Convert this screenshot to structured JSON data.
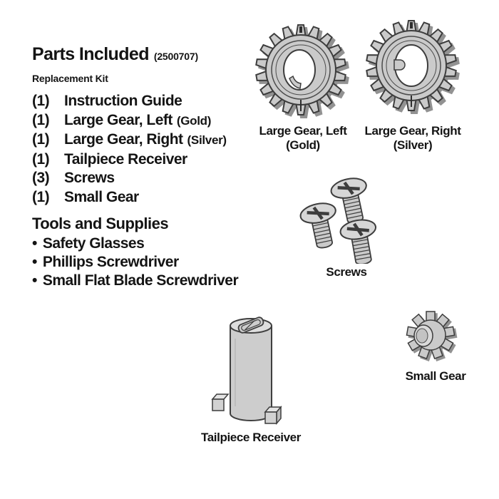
{
  "page": {
    "background": "#ffffff",
    "text_color": "#141414"
  },
  "parts_included": {
    "title": "Parts Included",
    "subtitle": "(2500707) Replacement Kit",
    "items": [
      {
        "qty": "(1)",
        "label": "Instruction Guide",
        "note": ""
      },
      {
        "qty": "(1)",
        "label": "Large Gear, Left",
        "note": "(Gold)"
      },
      {
        "qty": "(1)",
        "label": "Large Gear, Right",
        "note": "(Silver)"
      },
      {
        "qty": "(1)",
        "label": "Tailpiece Receiver",
        "note": ""
      },
      {
        "qty": "(3)",
        "label": "Screws",
        "note": ""
      },
      {
        "qty": "(1)",
        "label": "Small Gear",
        "note": ""
      }
    ]
  },
  "tools_and_supplies": {
    "title": "Tools and Supplies",
    "items": [
      "Safety Glasses",
      "Phillips Screwdriver",
      "Small Flat Blade Screwdriver"
    ]
  },
  "figures": {
    "large_gear_left": {
      "label": "Large Gear, Left",
      "sublabel": "(Gold)"
    },
    "large_gear_right": {
      "label": "Large Gear, Right",
      "sublabel": "(Silver)"
    },
    "screws": {
      "label": "Screws",
      "count": 3
    },
    "small_gear": {
      "label": "Small Gear"
    },
    "tailpiece_receiver": {
      "label": "Tailpiece Receiver"
    }
  },
  "colors": {
    "part_fill": "#cacaca",
    "part_fill_light": "#dedede",
    "part_edge": "#3d3d3d",
    "part_shadow": "#929292",
    "hole_fill": "#ffffff"
  }
}
